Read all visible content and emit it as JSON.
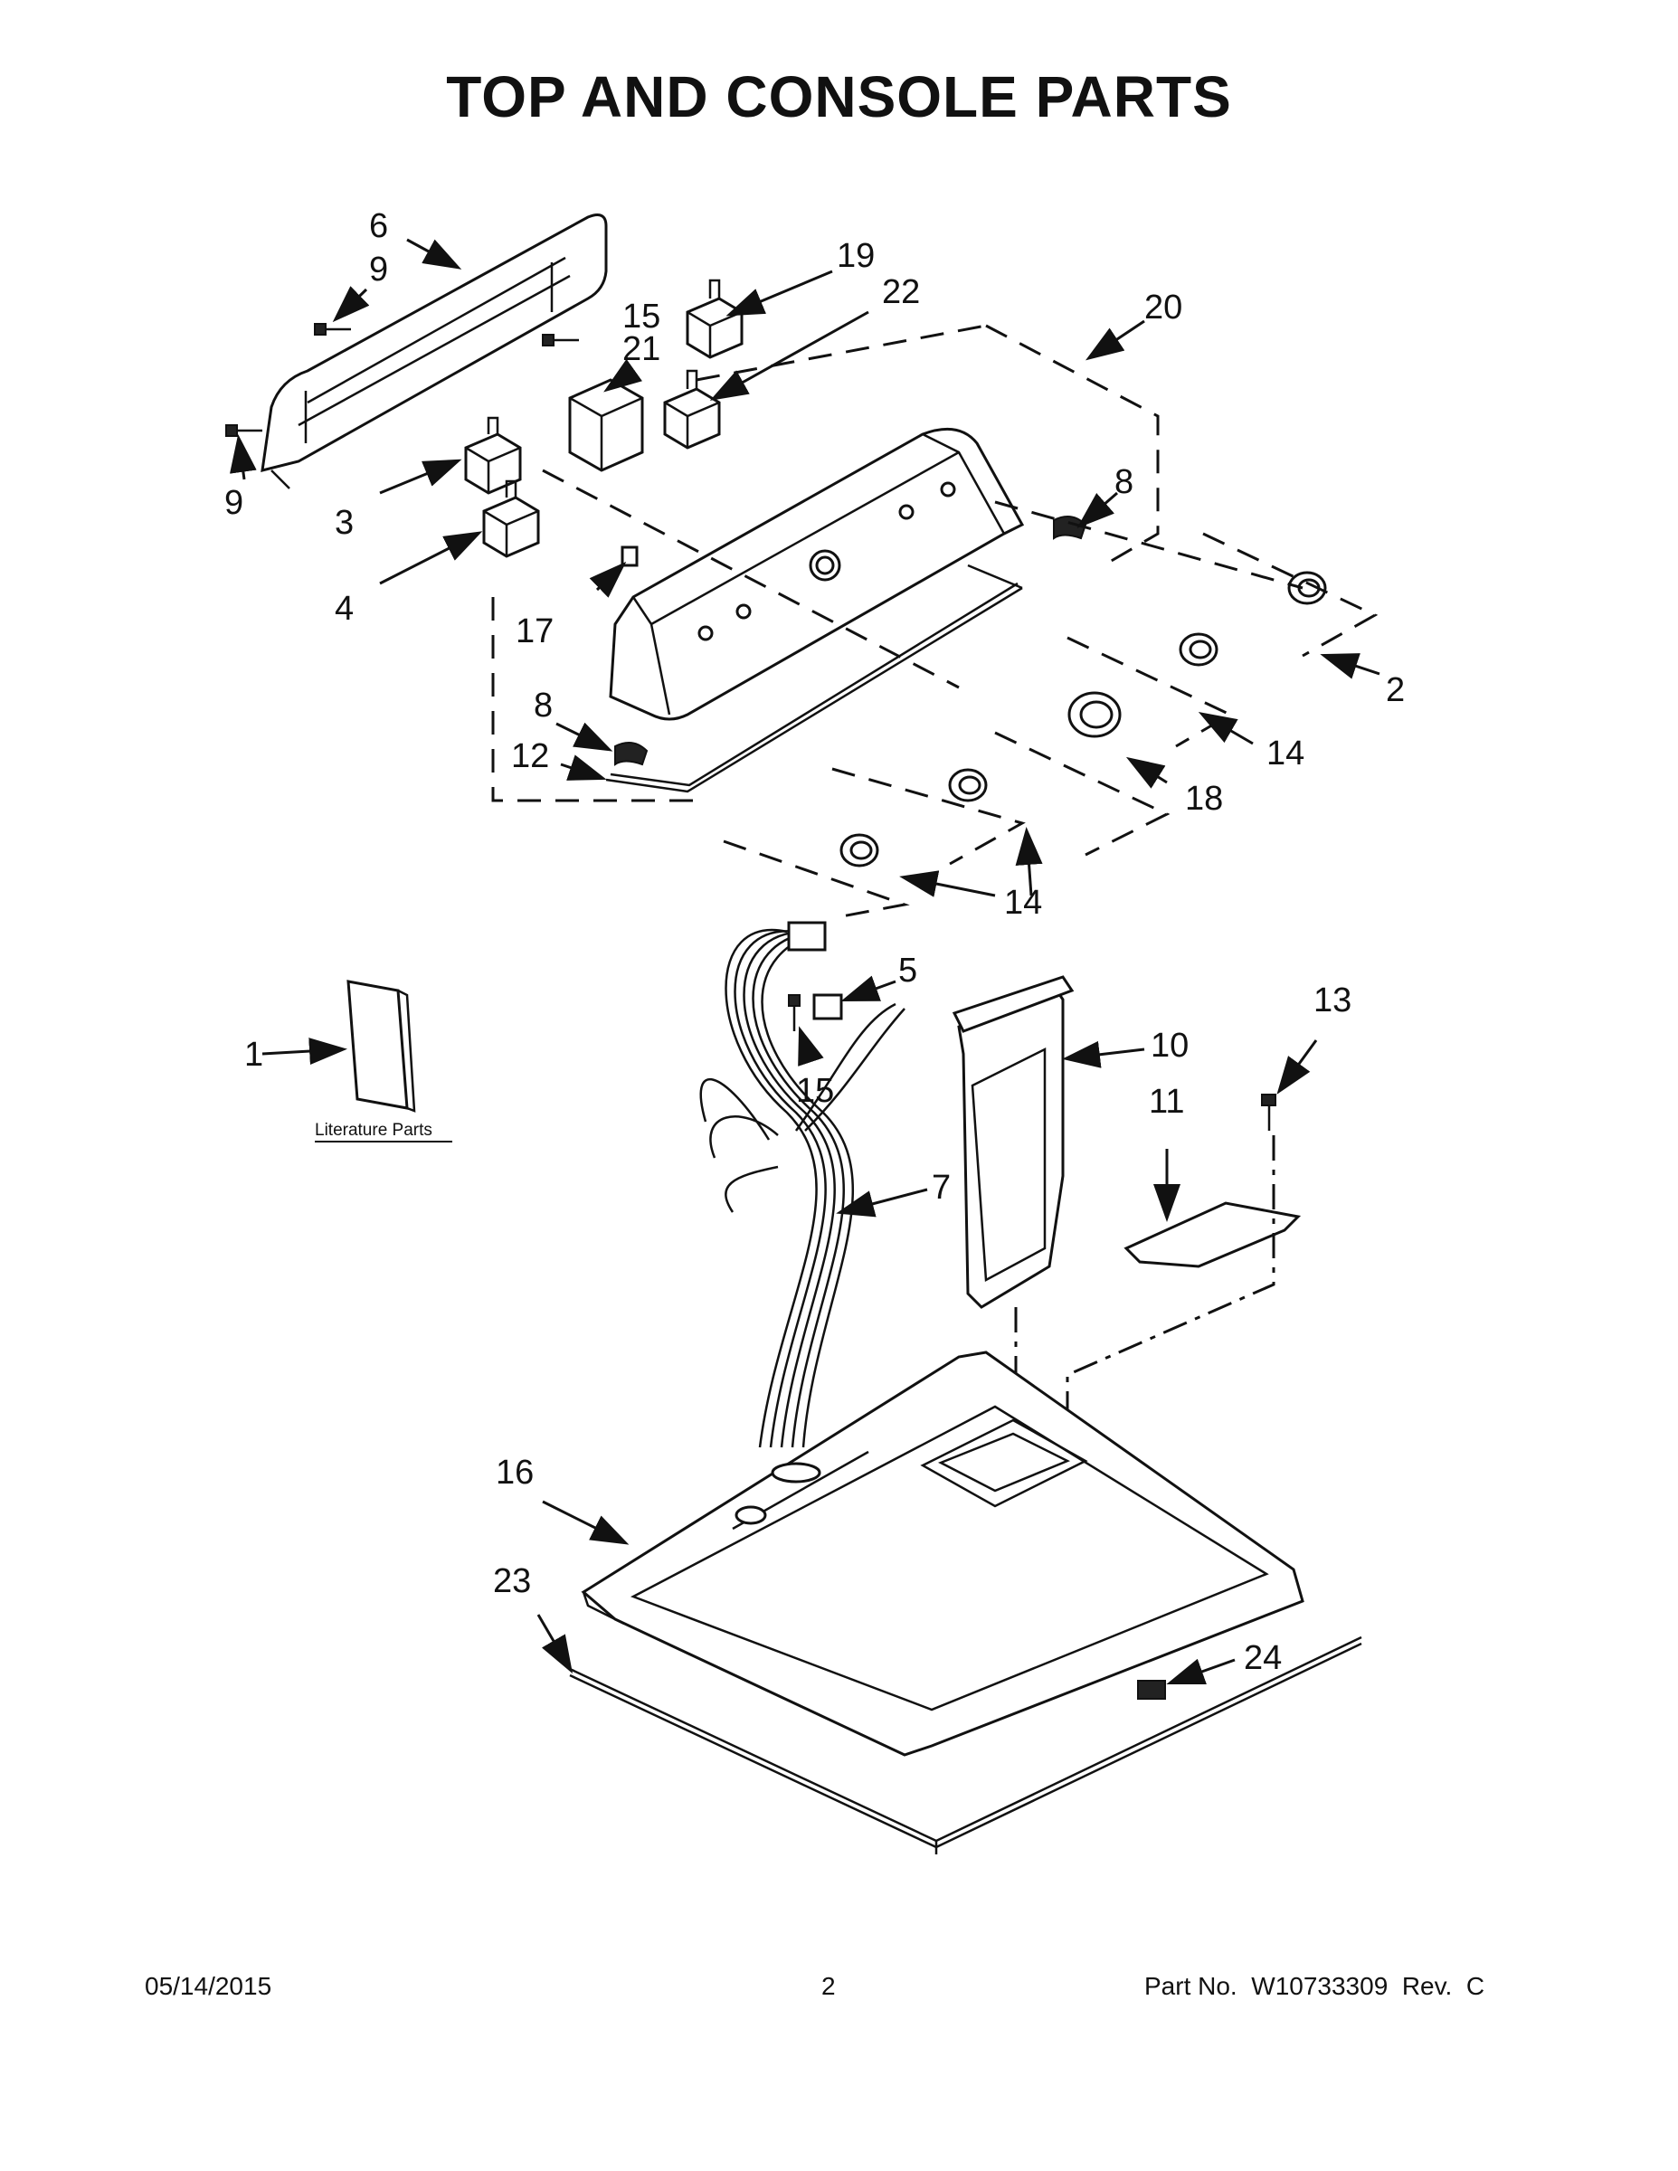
{
  "title": "TOP AND CONSOLE PARTS",
  "callouts": {
    "c1": "1",
    "c2": "2",
    "c3": "3",
    "c4": "4",
    "c5": "5",
    "c6": "6",
    "c7": "7",
    "c8a": "8",
    "c8b": "8",
    "c9a": "9",
    "c9b": "9",
    "c10": "10",
    "c11": "11",
    "c12": "12",
    "c13": "13",
    "c14a": "14",
    "c14b": "14",
    "c15a": "15",
    "c15b": "15",
    "c16": "16",
    "c17": "17",
    "c18": "18",
    "c19": "19",
    "c20": "20",
    "c21": "21",
    "c22": "22",
    "c23": "23",
    "c24": "24"
  },
  "literature_label": "Literature Parts",
  "footer": {
    "date": "05/14/2015",
    "page": "2",
    "part_no": "Part No.  W10733309  Rev.  C"
  }
}
